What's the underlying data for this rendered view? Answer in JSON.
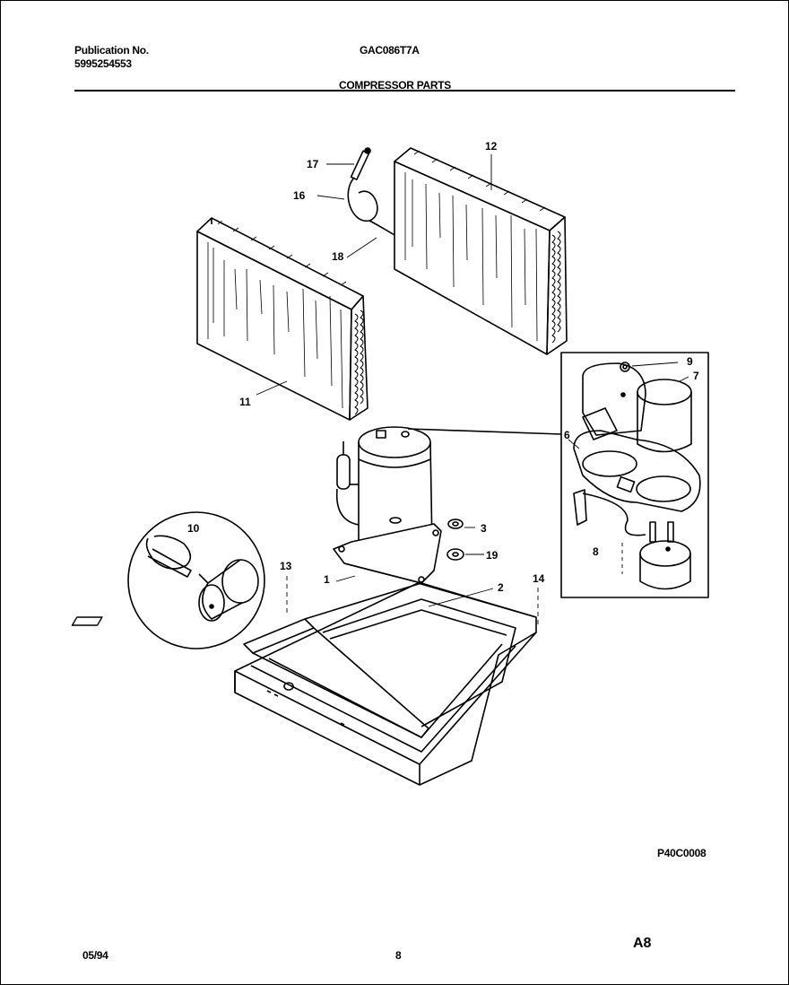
{
  "header": {
    "publication_label": "Publication No.",
    "publication_number": "5995254553",
    "model": "GAC086T7A",
    "section_title": "COMPRESSOR PARTS"
  },
  "callouts": [
    "1",
    "2",
    "3",
    "6",
    "7",
    "8",
    "9",
    "10",
    "11",
    "12",
    "13",
    "14",
    "16",
    "17",
    "18",
    "19"
  ],
  "figure_code": "P40C0008",
  "footer": {
    "date": "05/94",
    "page": "8",
    "code": "A8"
  }
}
